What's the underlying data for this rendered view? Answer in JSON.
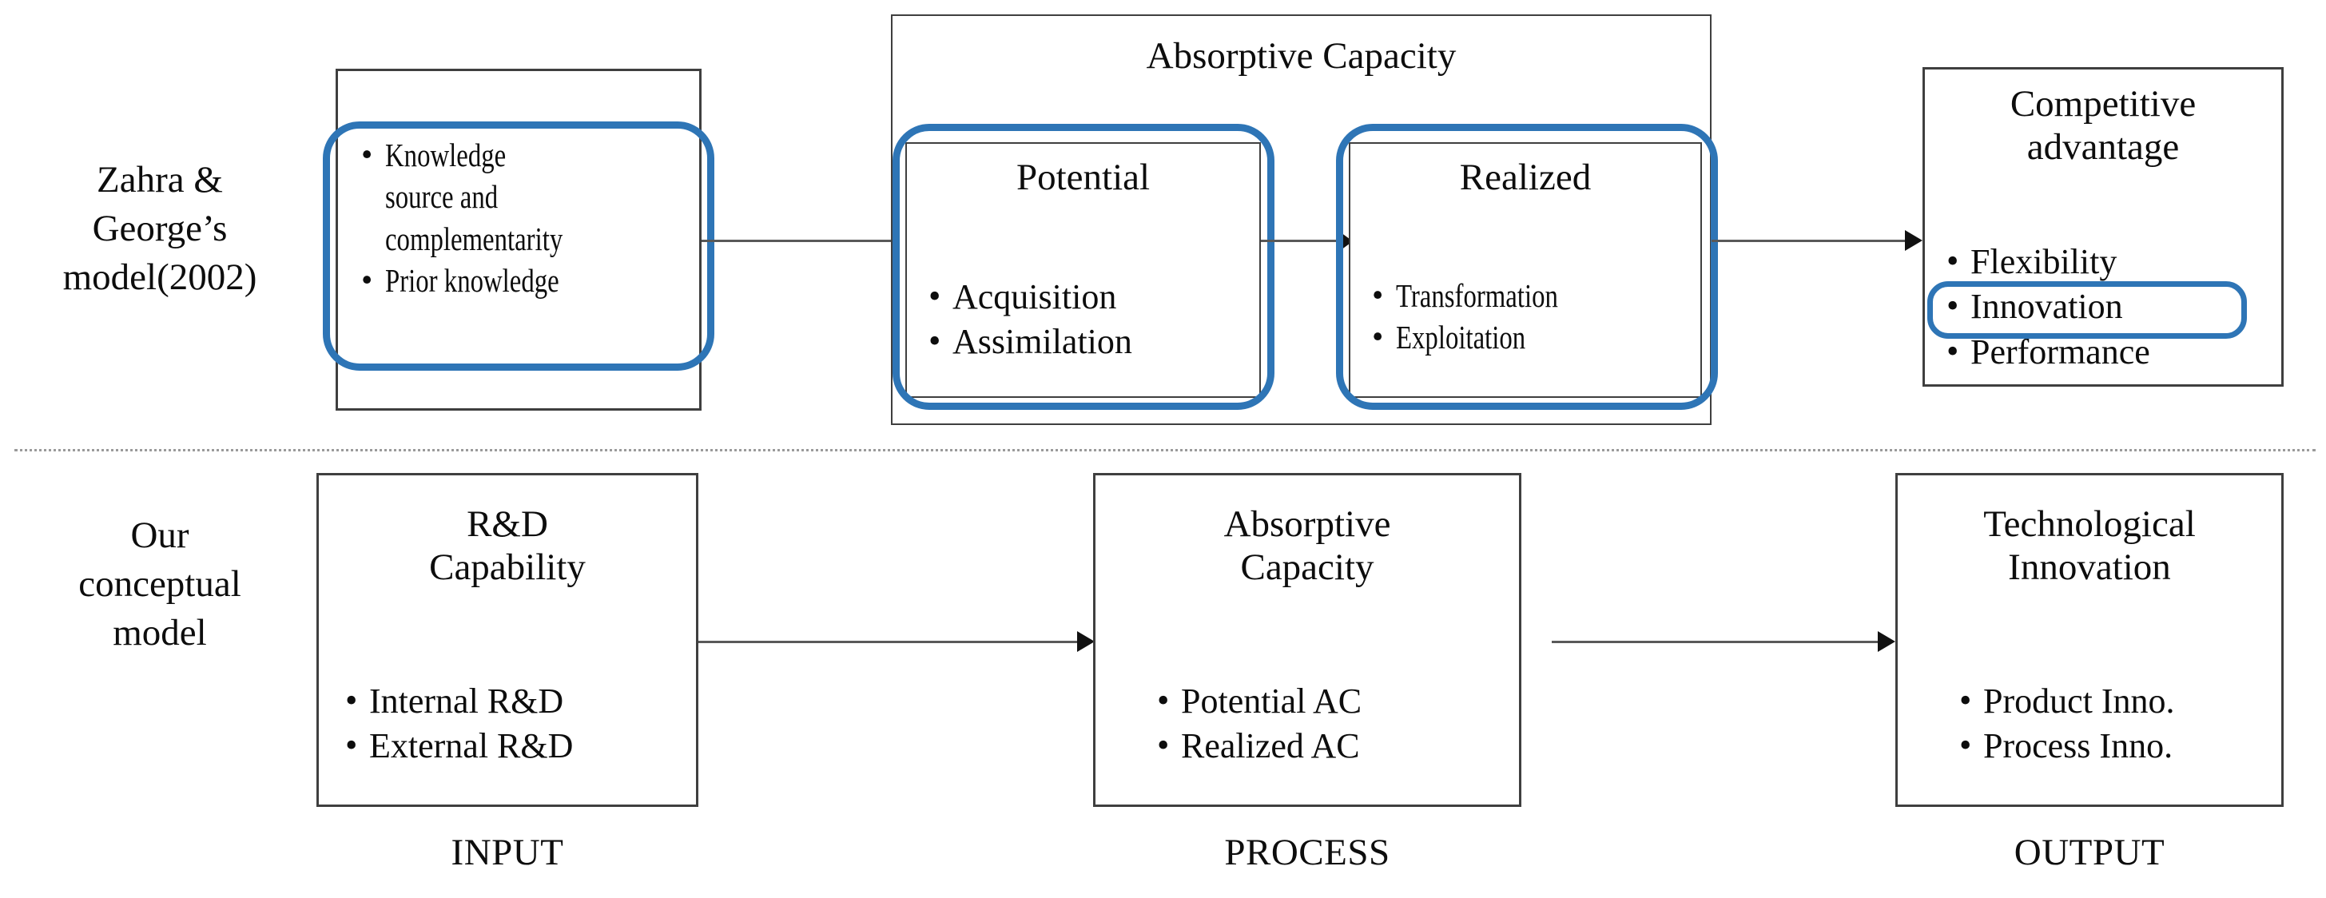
{
  "figure": {
    "rows": [
      {
        "id": "zahra-george",
        "side_label": "Zahra &\nGeorge’s\nmodel(2002)",
        "side_label_lines": [
          "Zahra &",
          "George’s",
          "model(2002)"
        ]
      },
      {
        "id": "our-model",
        "side_label_lines": [
          "Our",
          "conceptual",
          "model"
        ]
      }
    ]
  },
  "top_row": {
    "side_label_line1": "Zahra &",
    "side_label_line2": "George’s",
    "side_label_line3": "model(2002)",
    "input_box": {
      "bullets": [
        "Knowledge",
        "source and",
        "complementarity",
        "Prior knowledge"
      ],
      "bullet_items": [
        {
          "lines": [
            "Knowledge",
            "source and",
            "complementarity"
          ]
        },
        {
          "lines": [
            "Prior knowledge"
          ]
        }
      ],
      "highlighted": true
    },
    "absorptive_capacity": {
      "title": "Absorptive Capacity",
      "sub_boxes": [
        {
          "title": "Potential",
          "bullets": [
            "Acquisition",
            "Assimilation"
          ],
          "highlighted": true
        },
        {
          "title": "Realized",
          "bullets": [
            "Transformation",
            "Exploitation"
          ],
          "highlighted": true
        }
      ]
    },
    "output_box": {
      "title_line1": "Competitive",
      "title_line2": "advantage",
      "bullets": [
        "Flexibility",
        "Innovation",
        "Performance"
      ],
      "highlighted_bullet": "Innovation"
    }
  },
  "bottom_row": {
    "side_label_line1": "Our",
    "side_label_line2": "conceptual",
    "side_label_line3": "model",
    "boxes": [
      {
        "title_line1": "R&D",
        "title_line2": "Capability",
        "bullets": [
          "Internal R&D",
          "External R&D"
        ],
        "stage": "INPUT"
      },
      {
        "title_line1": "Absorptive",
        "title_line2": "Capacity",
        "bullets": [
          "Potential AC",
          "Realized AC"
        ],
        "stage": "PROCESS"
      },
      {
        "title_line1": "Technological",
        "title_line2": "Innovation",
        "bullets": [
          "Product Inno.",
          "Process Inno."
        ],
        "stage": "OUTPUT"
      }
    ]
  },
  "colors": {
    "highlight_blue": "#2e75b6",
    "box_border": "#3f3f3f",
    "connector": "#595959",
    "divider": "#9a9a9a",
    "text": "#0d0d0d",
    "background": "#ffffff"
  }
}
